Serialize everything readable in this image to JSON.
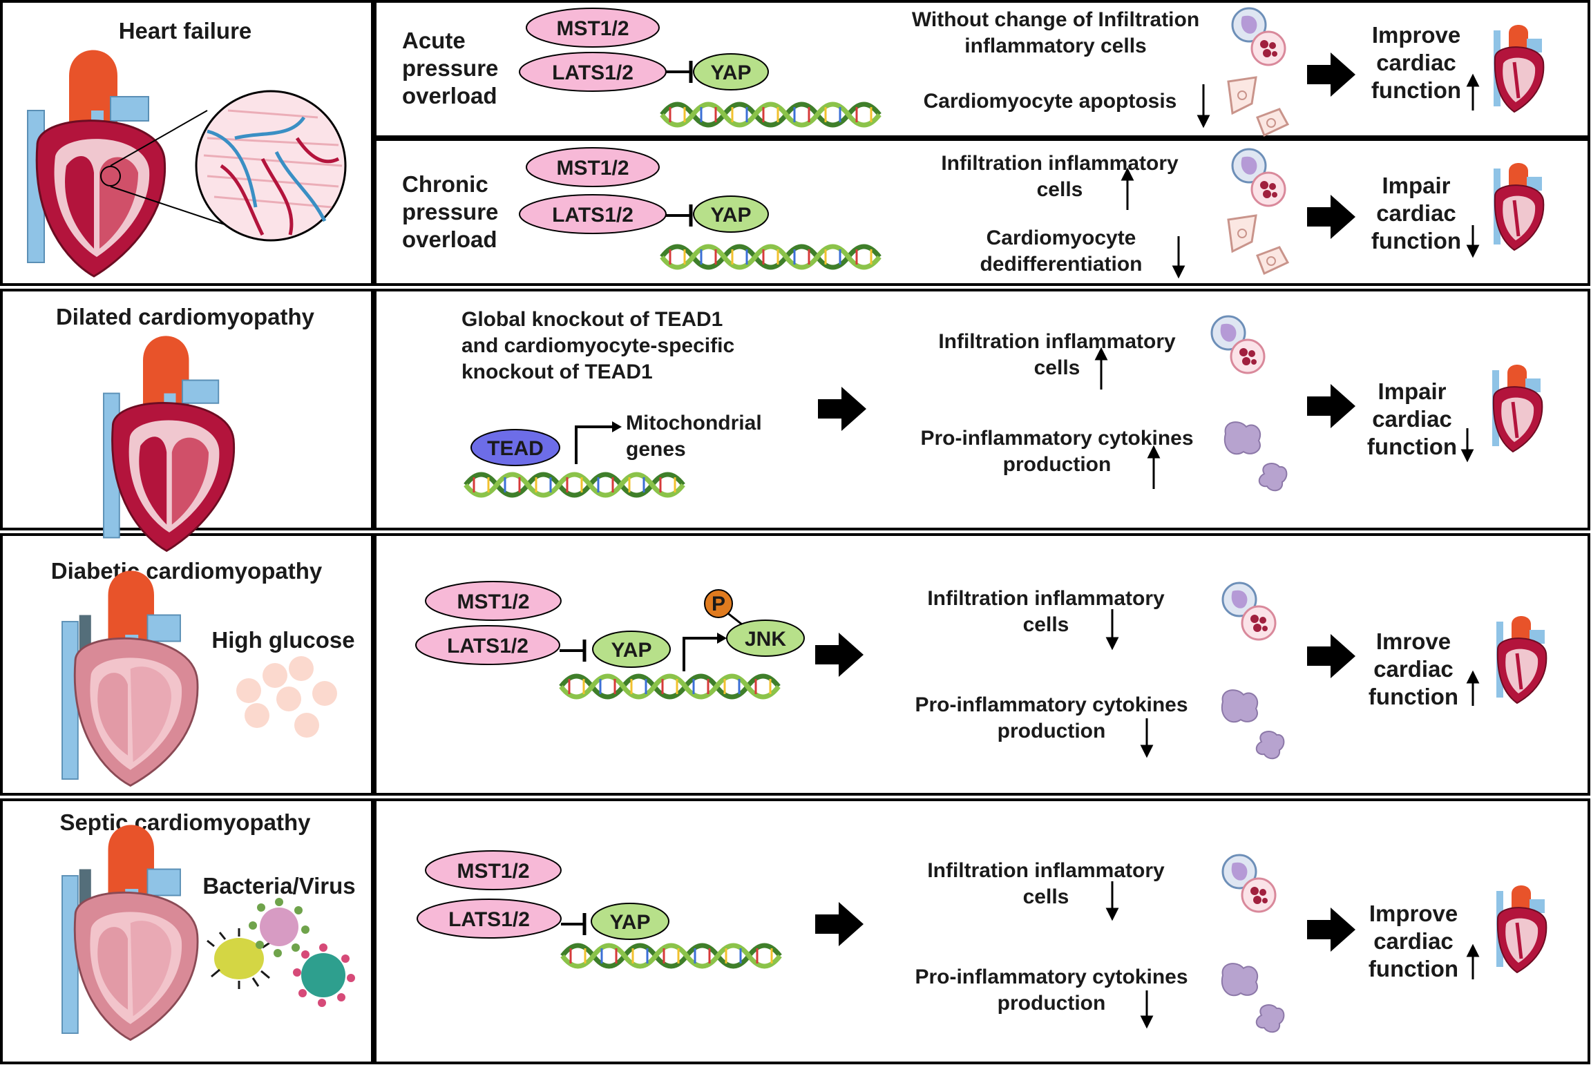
{
  "colors": {
    "mst_lats": "#f7b9d7",
    "yap_jnk": "#b7e08a",
    "tead": "#6d6de8",
    "phospho": "#e07b1f",
    "heart_red": "#e8532a",
    "heart_blue": "#8fc3e6",
    "heart_dark": "#b3143c",
    "heart_pink": "#f0c7cf",
    "dna_green": "#5a9f3a",
    "glucose": "#fbd9ce",
    "cytokine": "#b7a3cf",
    "arrow": "#000000"
  },
  "icons": [
    "heart-icon",
    "myocardium-zoom-icon",
    "dna-helix-icon",
    "inflammatory-cell-icon",
    "cardiomyocyte-icon",
    "cytokine-icon",
    "glucose-icon",
    "bacteria-icon",
    "virus-icon",
    "block-arrow-icon",
    "up-arrow-icon",
    "down-arrow-icon"
  ],
  "rows": {
    "heart_failure": {
      "title": "Heart failure",
      "acute": {
        "condition": [
          "Acute",
          "pressure",
          "overload"
        ],
        "mst": "MST1/2",
        "lats": "LATS1/2",
        "yap": "YAP",
        "effect1": [
          "Without change of Infiltration",
          "inflammatory cells"
        ],
        "effect2": [
          "Cardiomyocyte apoptosis"
        ],
        "outcome": [
          "Improve",
          "cardiac",
          "function"
        ]
      },
      "chronic": {
        "condition": [
          "Chronic",
          "pressure",
          "overload"
        ],
        "mst": "MST1/2",
        "lats": "LATS1/2",
        "yap": "YAP",
        "effect1": [
          "Infiltration inflammatory",
          "cells"
        ],
        "effect2": [
          "Cardiomyocyte",
          "dedifferentiation"
        ],
        "outcome": [
          "Impair",
          "cardiac",
          "function"
        ]
      }
    },
    "dilated": {
      "title": "Dilated cardiomyopathy",
      "knockout": [
        "Global knockout of TEAD1",
        "and cardiomyocyte-specific",
        "knockout of TEAD1"
      ],
      "tead": "TEAD",
      "target": [
        "Mitochondrial",
        "genes"
      ],
      "effect1": [
        "Infiltration inflammatory",
        "cells"
      ],
      "effect2": [
        "Pro-inflammatory cytokines",
        "production"
      ],
      "outcome": [
        "Impair",
        "cardiac",
        "function"
      ]
    },
    "diabetic": {
      "title": "Diabetic cardiomyopathy",
      "stimulus": "High glucose",
      "mst": "MST1/2",
      "lats": "LATS1/2",
      "yap": "YAP",
      "p": "P",
      "jnk": "JNK",
      "effect1": [
        "Infiltration inflammatory",
        "cells"
      ],
      "effect2": [
        "Pro-inflammatory cytokines",
        "production"
      ],
      "outcome": [
        "Imrove",
        "cardiac",
        "function"
      ]
    },
    "septic": {
      "title": "Septic cardiomyopathy",
      "stimulus": "Bacteria/Virus",
      "mst": "MST1/2",
      "lats": "LATS1/2",
      "yap": "YAP",
      "effect1": [
        "Infiltration inflammatory",
        "cells"
      ],
      "effect2": [
        "Pro-inflammatory cytokines",
        "production"
      ],
      "outcome": [
        "Improve",
        "cardiac",
        "function"
      ]
    }
  }
}
